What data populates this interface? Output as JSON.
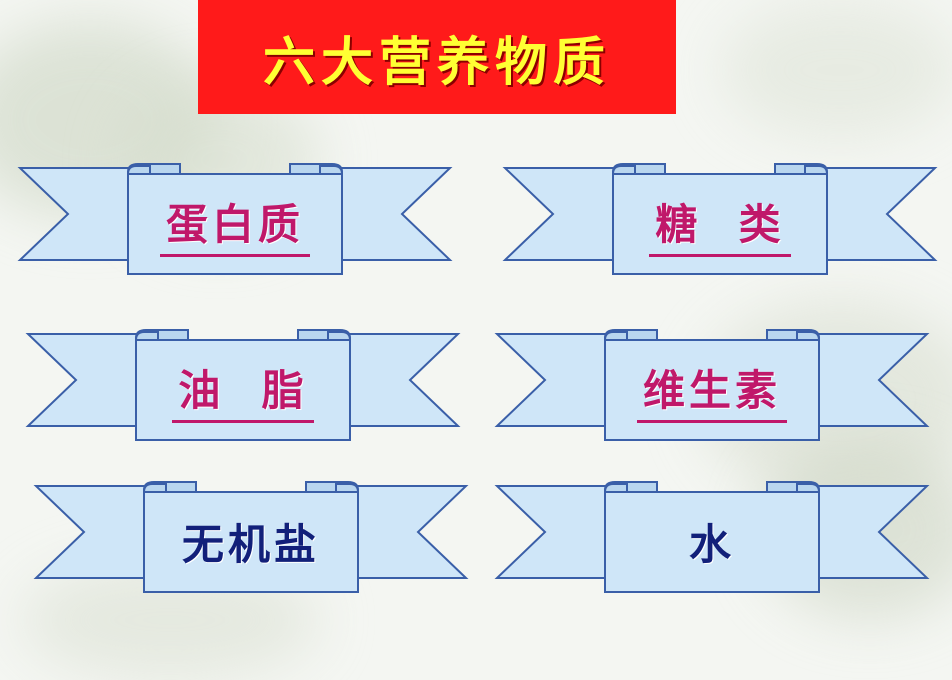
{
  "title": "六大营养物质",
  "colors": {
    "title_bg": "#ff1a1a",
    "title_text": "#ffff33",
    "ribbon_fill": "#cfe6f8",
    "ribbon_stroke": "#3a5fa8",
    "label_pink": "#c0186a",
    "label_navy": "#12207a"
  },
  "ribbons": [
    {
      "label": "蛋白质",
      "color": "pink",
      "underlined": true
    },
    {
      "label": "糖  类",
      "color": "pink",
      "underlined": true
    },
    {
      "label": "油  脂",
      "color": "pink",
      "underlined": true
    },
    {
      "label": "维生素",
      "color": "pink",
      "underlined": true
    },
    {
      "label": "无机盐",
      "color": "navy",
      "underlined": false
    },
    {
      "label": "水",
      "color": "navy",
      "underlined": false
    }
  ]
}
